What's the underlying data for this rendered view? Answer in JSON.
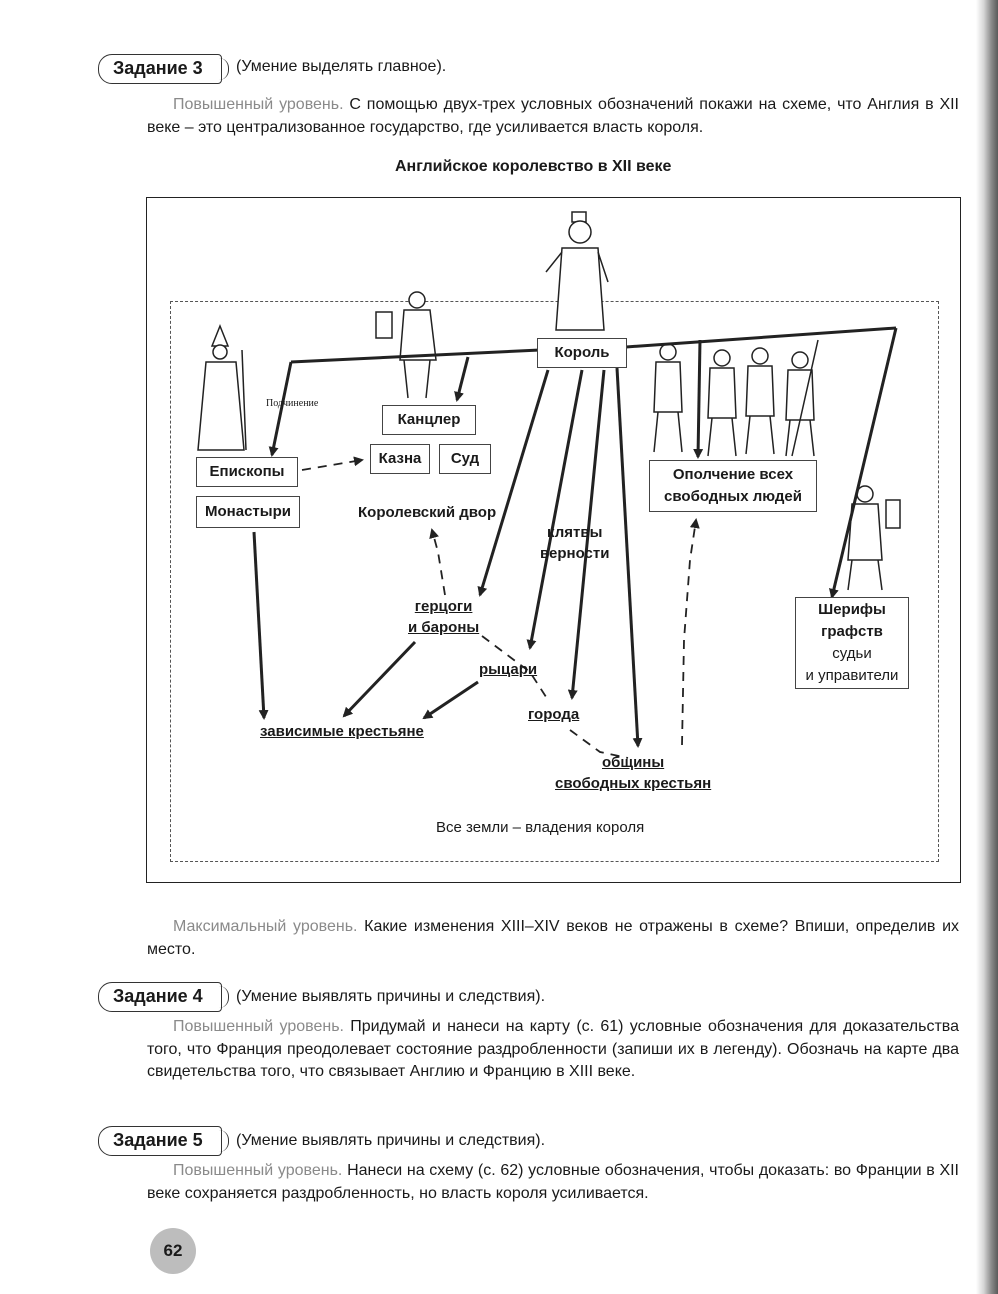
{
  "task3": {
    "tag": "Задание 3",
    "skill": "(Умение выделять главное).",
    "level_label": "Повышенный уровень.",
    "text": "С помощью двух-трех условных обозначений покажи на схеме, что Англия в XII веке – это централизованное государство, где усиливается власть короля."
  },
  "diagram": {
    "title": "Английское королевство в XII веке",
    "king": "Король",
    "chancellor": "Канцлер",
    "treasury": "Казна",
    "court": "Суд",
    "bishops": "Епископы",
    "monasteries": "Монастыри",
    "royal_court": "Королевский двор",
    "oath_line1": "клятвы",
    "oath_line2": "верности",
    "militia_line1": "Ополчение всех",
    "militia_line2": "свободных людей",
    "dukes_line1": "герцоги",
    "dukes_line2": "и бароны",
    "knights": "рыцари",
    "towns": "города",
    "dependent_peasants": "зависимые крестьяне",
    "communities_line1": "общины",
    "communities_line2": "свободных крестьян",
    "sheriffs_line1": "Шерифы",
    "sheriffs_line2": "графств",
    "judges": "судьи",
    "managers": "и управители",
    "subordination": "Подчинение",
    "all_lands": "Все земли – владения короля"
  },
  "max_level": {
    "level_label": "Максимальный уровень.",
    "text": "Какие изменения XIII–XIV веков не отражены в схеме? Впиши, определив их место."
  },
  "task4": {
    "tag": "Задание 4",
    "skill": "(Умение выявлять причины и следствия).",
    "level_label": "Повышенный уровень.",
    "text": "Придумай и нанеси на карту (с. 61) условные обозначения для доказательства того, что Франция преодолевает состояние раздробленности (запиши их в легенду). Обозначь на карте два свидетельства того, что связывает Англию и Францию в XIII веке."
  },
  "task5": {
    "tag": "Задание 5",
    "skill": "(Умение выявлять причины и следствия).",
    "level_label": "Повышенный уровень.",
    "text": "Нанеси на схему (с. 62) условные обозначения, чтобы доказать: во Франции в XII веке сохраняется раздробленность, но власть короля усиливается."
  },
  "page_number": "62"
}
